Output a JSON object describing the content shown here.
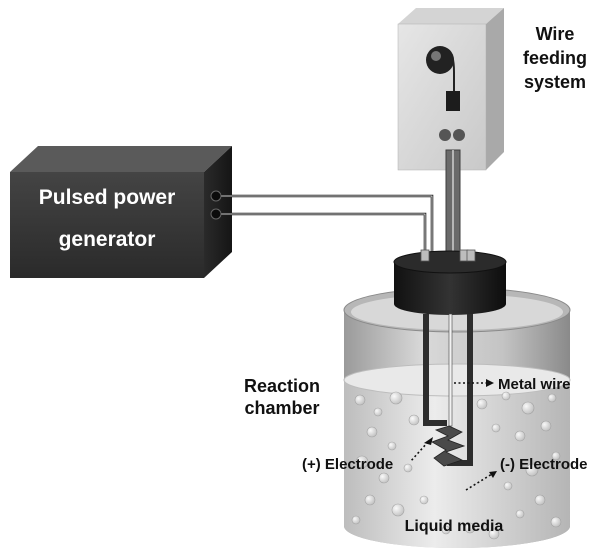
{
  "diagram": {
    "generator": {
      "line1": "Pulsed power",
      "line2": "generator"
    },
    "feeder": {
      "line1": "Wire",
      "line2": "feeding",
      "line3": "system"
    },
    "chamber": {
      "line1": "Reaction",
      "line2": "chamber"
    },
    "labels": {
      "metal_wire": "Metal wire",
      "positive_electrode": "(+) Electrode",
      "negative_electrode": "(-) Electrode",
      "liquid_media": "Liquid media"
    }
  }
}
